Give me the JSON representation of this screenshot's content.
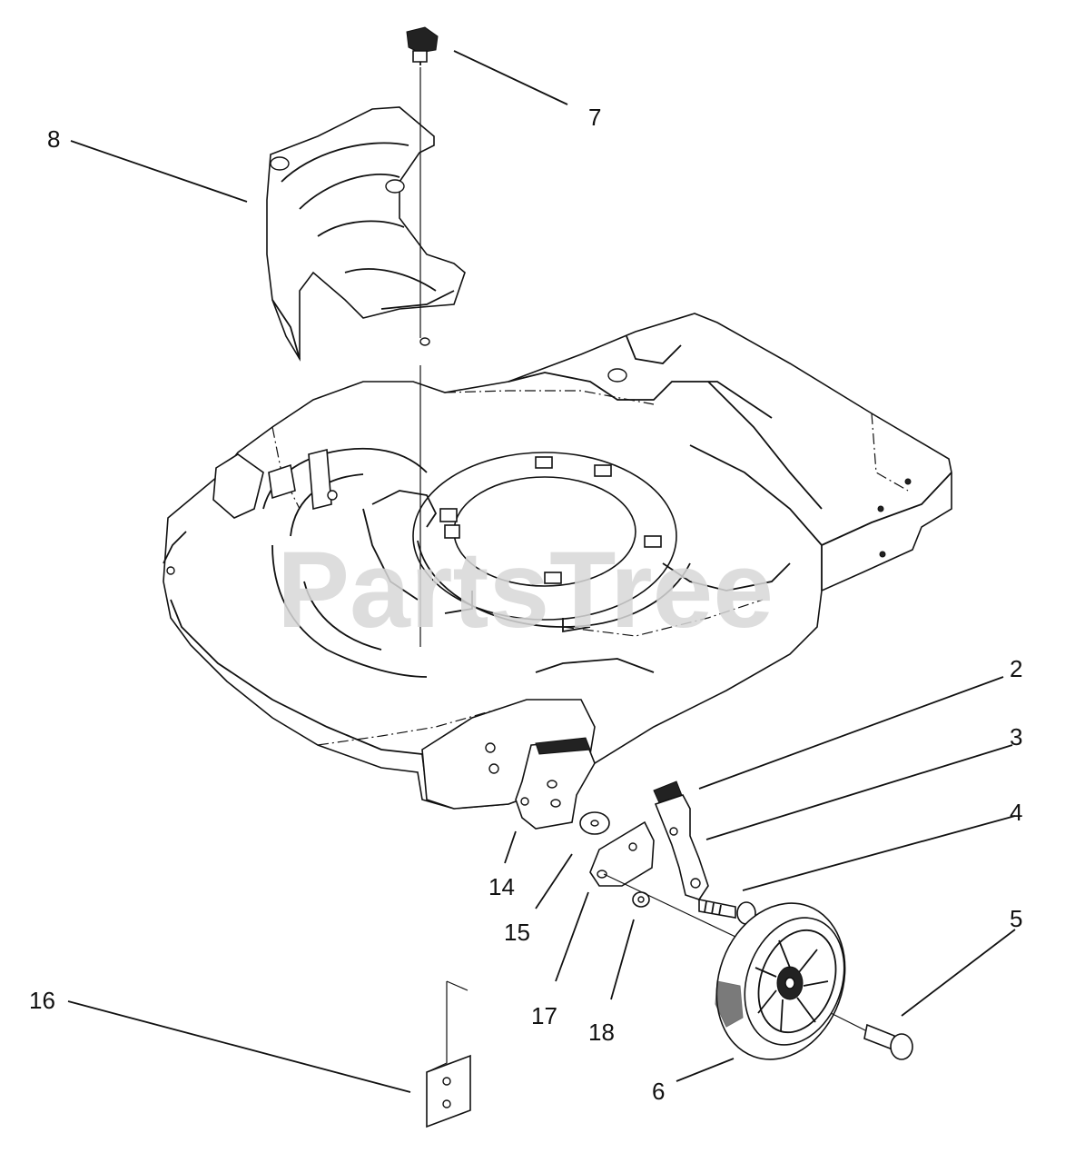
{
  "watermark": "PartsTree",
  "callouts": [
    {
      "id": "2",
      "label": "2"
    },
    {
      "id": "3",
      "label": "3"
    },
    {
      "id": "4",
      "label": "4"
    },
    {
      "id": "5",
      "label": "5"
    },
    {
      "id": "6",
      "label": "6"
    },
    {
      "id": "7",
      "label": "7"
    },
    {
      "id": "8",
      "label": "8"
    },
    {
      "id": "14",
      "label": "14"
    },
    {
      "id": "15",
      "label": "15"
    },
    {
      "id": "16",
      "label": "16"
    },
    {
      "id": "17",
      "label": "17"
    },
    {
      "id": "18",
      "label": "18"
    }
  ]
}
